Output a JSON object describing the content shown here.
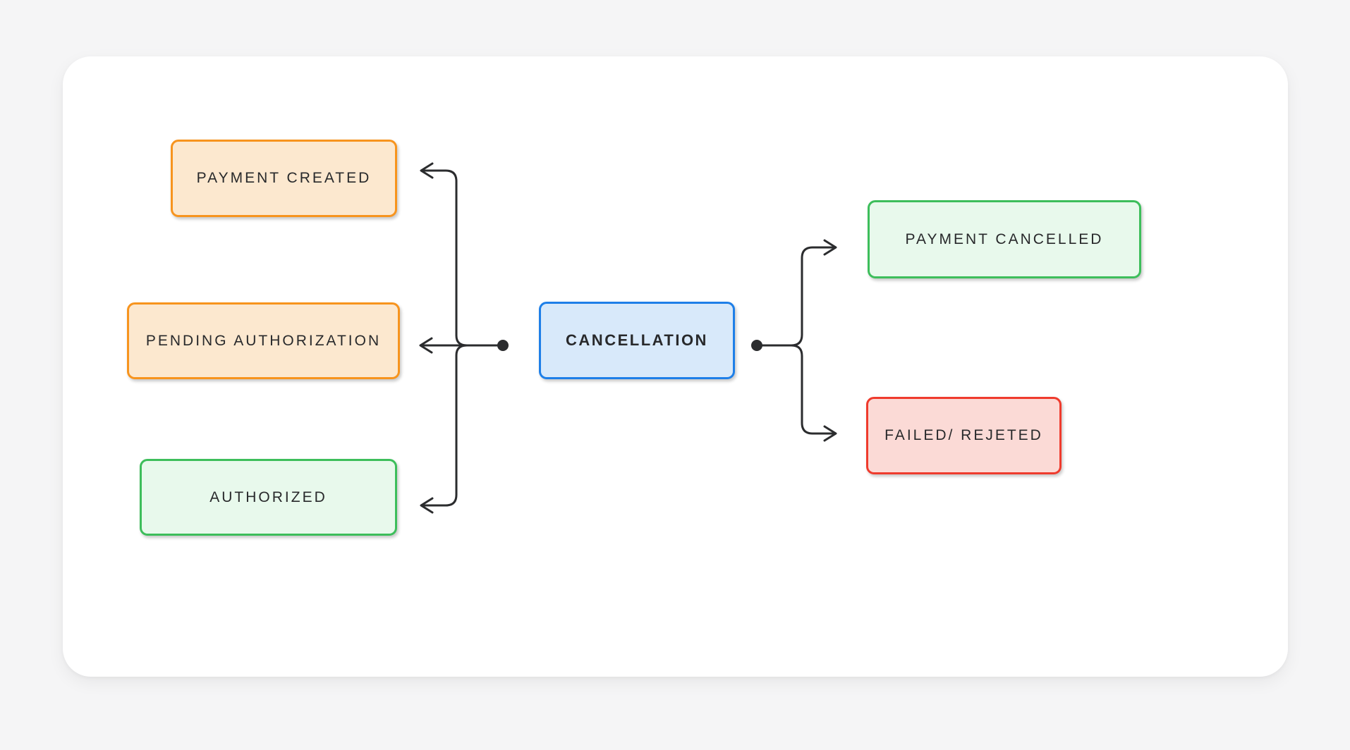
{
  "diagram": {
    "nodes": {
      "payment_created": {
        "label": "PAYMENT CREATED",
        "fill": "#fce8cf",
        "border": "#f7941e"
      },
      "pending_authorization": {
        "label": "PENDING AUTHORIZATION",
        "fill": "#fce8cf",
        "border": "#f7941e"
      },
      "authorized": {
        "label": "AUTHORIZED",
        "fill": "#e8f9ec",
        "border": "#3dbe5b"
      },
      "cancellation": {
        "label": "CANCELLATION",
        "fill": "#d8e9fa",
        "border": "#1e7fe8"
      },
      "payment_cancelled": {
        "label": "PAYMENT CANCELLED",
        "fill": "#e8f9ec",
        "border": "#3dbe5b"
      },
      "failed_rejected": {
        "label": "FAILED/ REJETED",
        "fill": "#fbdad6",
        "border": "#ef3b2d"
      }
    },
    "edges": [
      {
        "from": "CANCELLATION",
        "to": "PAYMENT CREATED",
        "arrow": "left"
      },
      {
        "from": "CANCELLATION",
        "to": "PENDING AUTHORIZATION",
        "arrow": "left"
      },
      {
        "from": "CANCELLATION",
        "to": "AUTHORIZED",
        "arrow": "left"
      },
      {
        "from": "CANCELLATION",
        "to": "PAYMENT CANCELLED",
        "arrow": "right"
      },
      {
        "from": "CANCELLATION",
        "to": "FAILED/ REJETED",
        "arrow": "right"
      }
    ],
    "colors": {
      "page_background": "#f5f5f6",
      "card_background": "#ffffff",
      "connector": "#2b2c2e",
      "text": "#28292b"
    }
  }
}
